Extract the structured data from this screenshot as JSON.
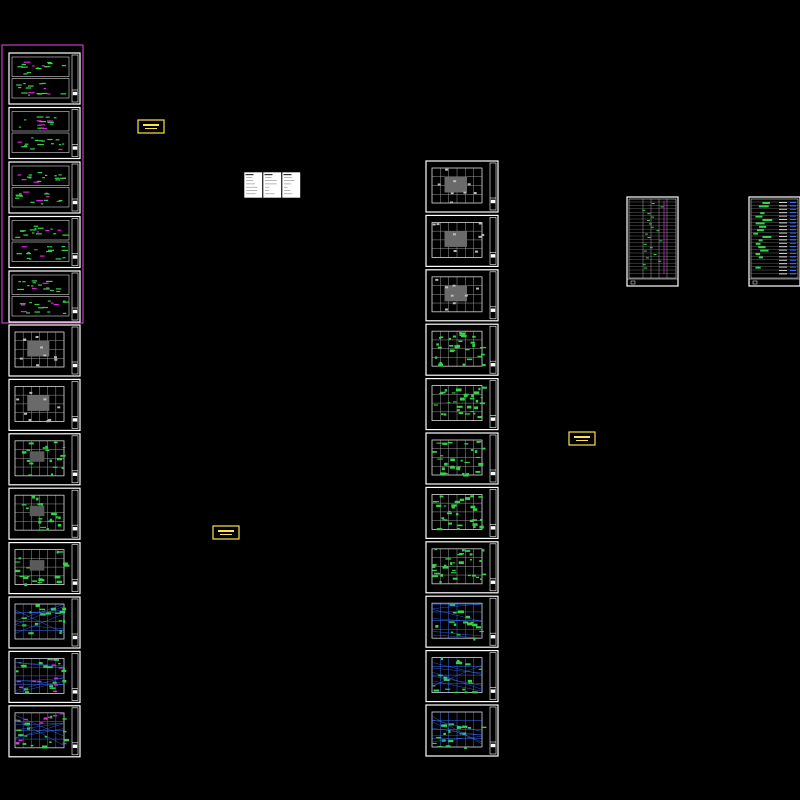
{
  "canvas": {
    "background": "#000000",
    "line_color": "#ffffff",
    "accent_green": "#34d34a",
    "accent_magenta": "#e020e0",
    "accent_yellow": "#ffe34a",
    "accent_blue": "#3a6cff"
  },
  "left_column": {
    "group_highlight_color": "#c040c0",
    "elevation_sheets": [
      {
        "name": "elevation-sheet-1"
      },
      {
        "name": "elevation-sheet-2"
      },
      {
        "name": "elevation-sheet-3"
      },
      {
        "name": "elevation-sheet-4"
      },
      {
        "name": "elevation-sheet-5"
      }
    ],
    "plan_sheets": [
      {
        "name": "plan-sheet-1",
        "style": "gray"
      },
      {
        "name": "plan-sheet-2",
        "style": "gray"
      },
      {
        "name": "plan-sheet-3",
        "style": "gray-green"
      },
      {
        "name": "plan-sheet-4",
        "style": "gray-green"
      },
      {
        "name": "plan-sheet-5",
        "style": "gray-green"
      },
      {
        "name": "plan-sheet-6",
        "style": "blue-green"
      },
      {
        "name": "plan-sheet-7",
        "style": "blue-magenta"
      },
      {
        "name": "plan-sheet-8",
        "style": "blue-magenta"
      }
    ]
  },
  "right_column": {
    "sheets": [
      {
        "name": "r-sheet-1",
        "style": "gray"
      },
      {
        "name": "r-sheet-2",
        "style": "gray"
      },
      {
        "name": "r-sheet-3",
        "style": "gray"
      },
      {
        "name": "r-sheet-4",
        "style": "green"
      },
      {
        "name": "r-sheet-5",
        "style": "green"
      },
      {
        "name": "r-sheet-6",
        "style": "green"
      },
      {
        "name": "r-sheet-7",
        "style": "green"
      },
      {
        "name": "r-sheet-8",
        "style": "green"
      },
      {
        "name": "r-sheet-9",
        "style": "blue-green"
      },
      {
        "name": "r-sheet-10",
        "style": "blue-green"
      },
      {
        "name": "r-sheet-11",
        "style": "blue-green"
      }
    ]
  },
  "schedules": [
    {
      "name": "schedule-sheet-1"
    },
    {
      "name": "schedule-sheet-2"
    }
  ],
  "label_tags": [
    {
      "name": "label-tag-1"
    },
    {
      "name": "label-tag-2"
    },
    {
      "name": "label-tag-3"
    }
  ],
  "notes_panel": {
    "name": "general-notes-panel",
    "columns": 3
  }
}
